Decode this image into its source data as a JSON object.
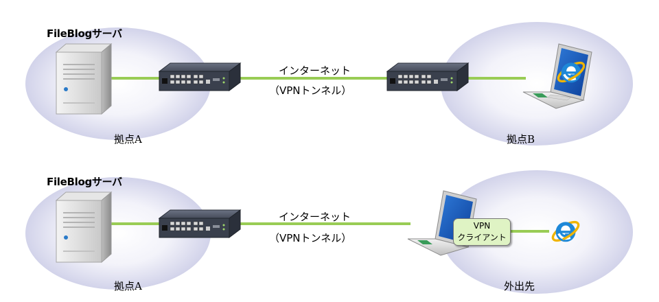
{
  "diagrams": [
    {
      "server_label": "FileBlogサーバ",
      "site_left": "拠点A",
      "network_label": "インターネット",
      "tunnel_label": "（VPNトンネル）",
      "site_right": "拠点B"
    },
    {
      "server_label": "FileBlogサーバ",
      "site_left": "拠点A",
      "network_label": "インターネット",
      "tunnel_label": "（VPNトンネル）",
      "site_right": "外出先",
      "vpn_client": {
        "line1": "VPN",
        "line2": "クライアント"
      }
    }
  ],
  "colors": {
    "link_line": "#99cc55",
    "cloud_center": "#ffffff",
    "cloud_edge": "#d7d8ec",
    "vpn_box_fill": "#dff3c4",
    "router_body": "#3c4250",
    "ie_blue": "#1e88d8",
    "ie_ring": "#f0b400"
  },
  "icons": [
    "server-icon",
    "router-icon",
    "laptop-icon",
    "ie-browser-icon"
  ]
}
